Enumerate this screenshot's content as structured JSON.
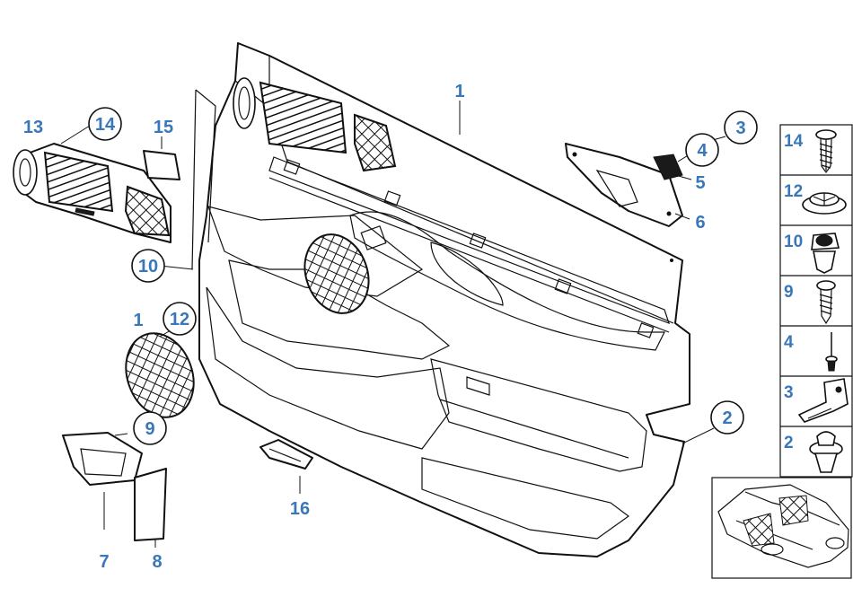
{
  "callouts": {
    "c1": "1",
    "c2": "2",
    "c3": "3",
    "c4": "4",
    "c5": "5",
    "c6": "6",
    "c7": "7",
    "c8": "8",
    "c9": "9",
    "c10": "10",
    "c11": "1",
    "c12": "12",
    "c13": "13",
    "c14": "14",
    "c15": "15",
    "c16": "16"
  },
  "legend": [
    {
      "num": "14",
      "icon": "screw-icon"
    },
    {
      "num": "12",
      "icon": "expanding-rivet-icon"
    },
    {
      "num": "10",
      "icon": "plastic-nut-icon"
    },
    {
      "num": "9",
      "icon": "screw-icon"
    },
    {
      "num": "4",
      "icon": "pin-icon"
    },
    {
      "num": "3",
      "icon": "bracket-icon"
    },
    {
      "num": "2",
      "icon": "clip-icon"
    }
  ]
}
